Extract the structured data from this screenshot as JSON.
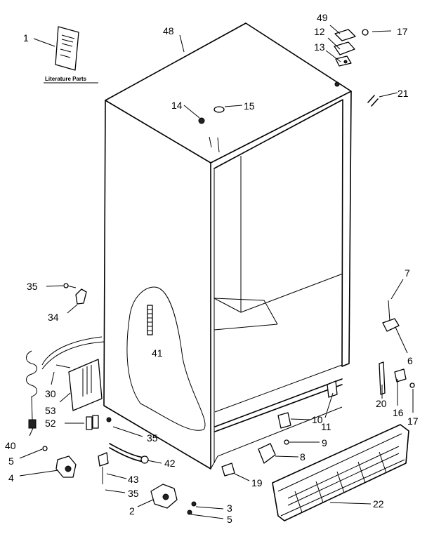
{
  "literature_label": "Literature Parts",
  "callouts": {
    "c1": "1",
    "c48": "48",
    "c49": "49",
    "c12": "12",
    "c13": "13",
    "c17a": "17",
    "c14": "14",
    "c15": "15",
    "c21": "21",
    "c35a": "35",
    "c34": "34",
    "c41": "41",
    "c30": "30",
    "c53": "53",
    "c52": "52",
    "c40": "40",
    "c35b": "35",
    "c5a": "5",
    "c4": "4",
    "c42": "42",
    "c43": "43",
    "c35c": "35",
    "c2": "2",
    "c3": "3",
    "c5b": "5",
    "c7": "7",
    "c6": "6",
    "c20": "20",
    "c16": "16",
    "c17b": "17",
    "c10": "10",
    "c11": "11",
    "c9": "9",
    "c8": "8",
    "c19": "19",
    "c22": "22"
  }
}
